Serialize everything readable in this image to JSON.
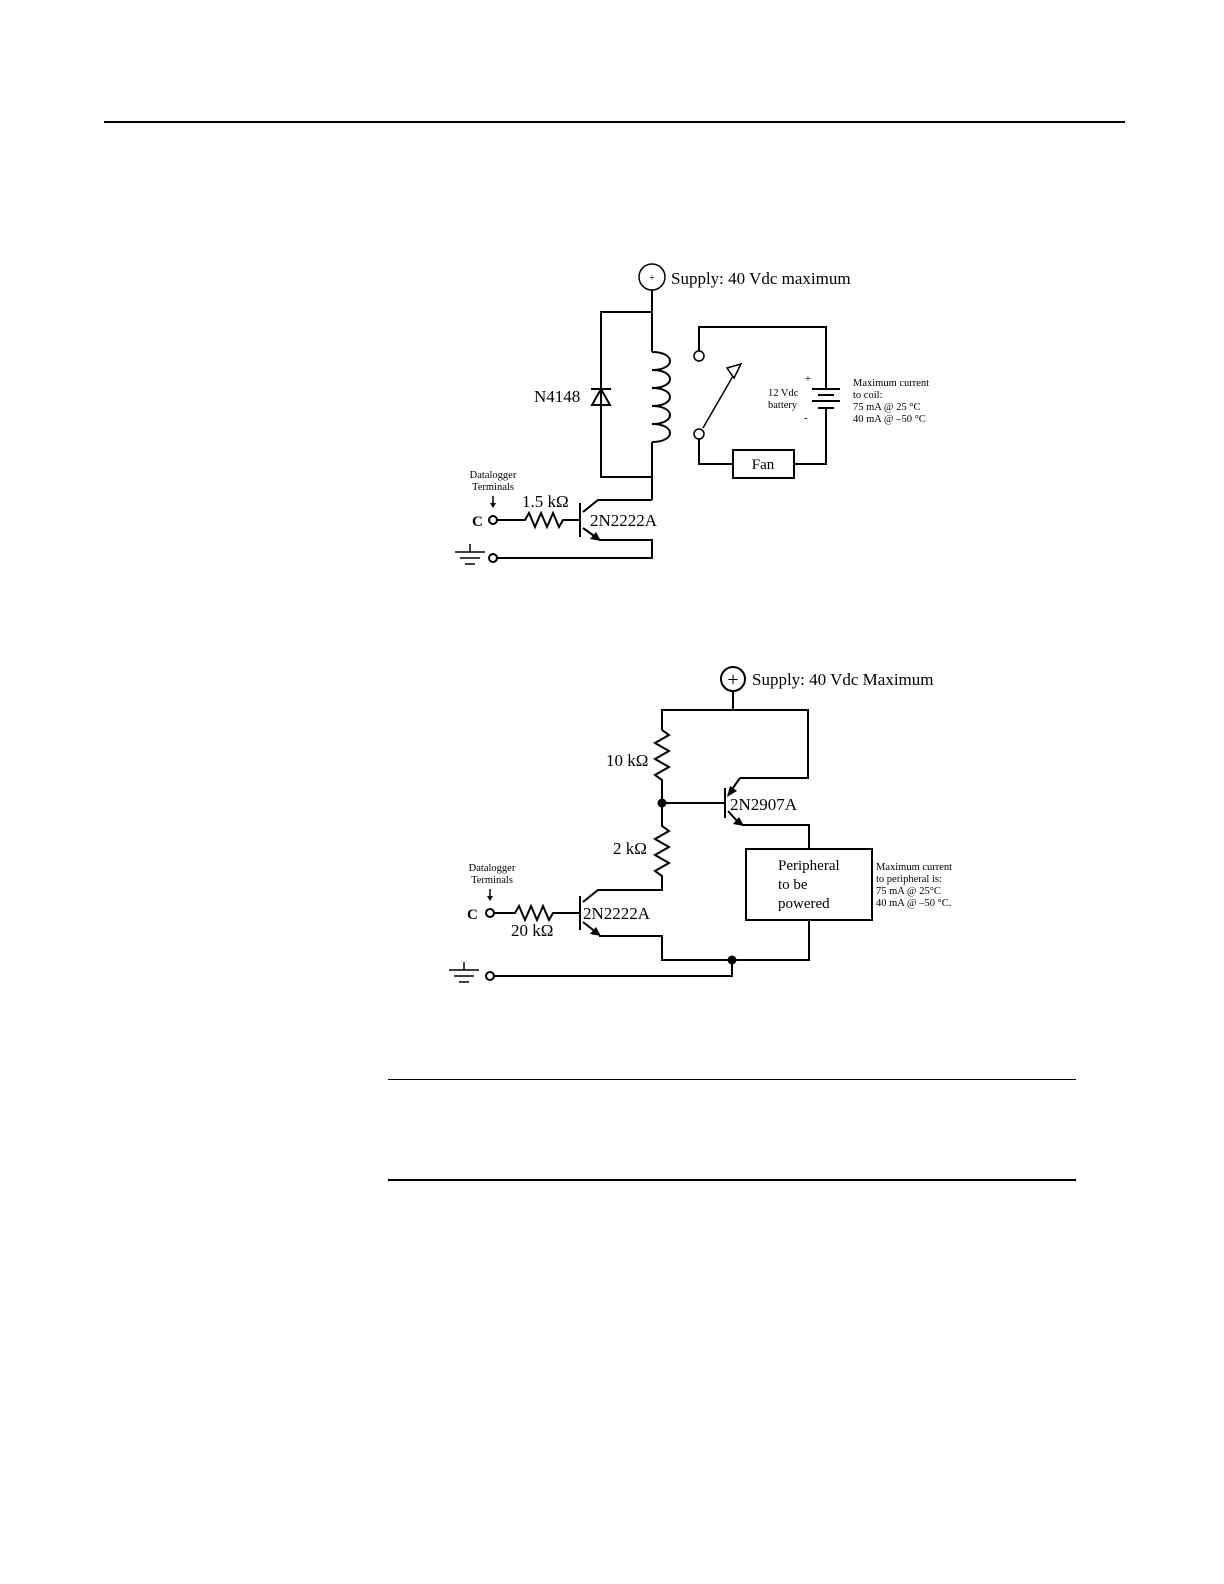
{
  "relay_circuit": {
    "supply_label": "Supply: 40 Vdc maximum",
    "supply_symbol": "+",
    "diode_label": "N4148",
    "datalogger_label_line1": "Datalogger",
    "datalogger_label_line2": "Terminals",
    "terminal_c": "C",
    "resistor_label": "1.5 kΩ",
    "transistor_label": "2N2222A",
    "battery_label_line1": "12 Vdc",
    "battery_label_line2": "battery",
    "battery_plus": "+",
    "battery_minus": "-",
    "fan_label": "Fan",
    "max_current_line1": "Maximum current",
    "max_current_line2": "to coil:",
    "max_current_line3": "75 mA @ 25 °C",
    "max_current_line4": "40 mA @ –50 °C"
  },
  "peripheral_circuit": {
    "supply_label": "Supply: 40 Vdc Maximum",
    "supply_symbol": "+",
    "resistor_top_label": "10 kΩ",
    "resistor_mid_label": "2 kΩ",
    "resistor_base_label": "20 kΩ",
    "pnp_label": "2N2907A",
    "npn_label": "2N2222A",
    "datalogger_label_line1": "Datalogger",
    "datalogger_label_line2": "Terminals",
    "terminal_c": "C",
    "peripheral_line1": "Peripheral",
    "peripheral_line2": "to be",
    "peripheral_line3": "powered",
    "max_current_line1": "Maximum current",
    "max_current_line2": "to peripheral is:",
    "max_current_line3": "75 mA @ 25°C",
    "max_current_line4": "40 mA @ –50 °C."
  }
}
